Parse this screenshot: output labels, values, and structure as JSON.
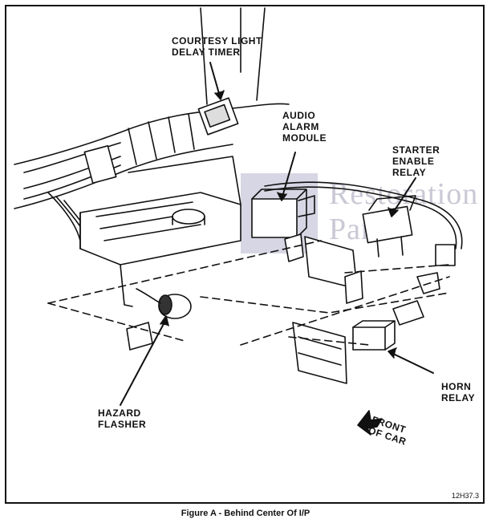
{
  "labels": {
    "courtesy_light_delay_timer": "COURTESY LIGHT\nDELAY TIMER",
    "audio_alarm_module": "AUDIO\nALARM\nMODULE",
    "starter_enable_relay": "STARTER\nENABLE\nRELAY",
    "hazard_flasher": "HAZARD\nFLASHER",
    "horn_relay": "HORN\nRELAY",
    "front_of_car": "FRONT\nOF CAR"
  },
  "watermark": {
    "line1": "Restoration",
    "line2": "Parts"
  },
  "figure_code": "12H37.3",
  "caption": "Figure A - Behind Center Of I/P",
  "colors": {
    "ink": "#111111",
    "watermark": "#c9c9d6"
  }
}
